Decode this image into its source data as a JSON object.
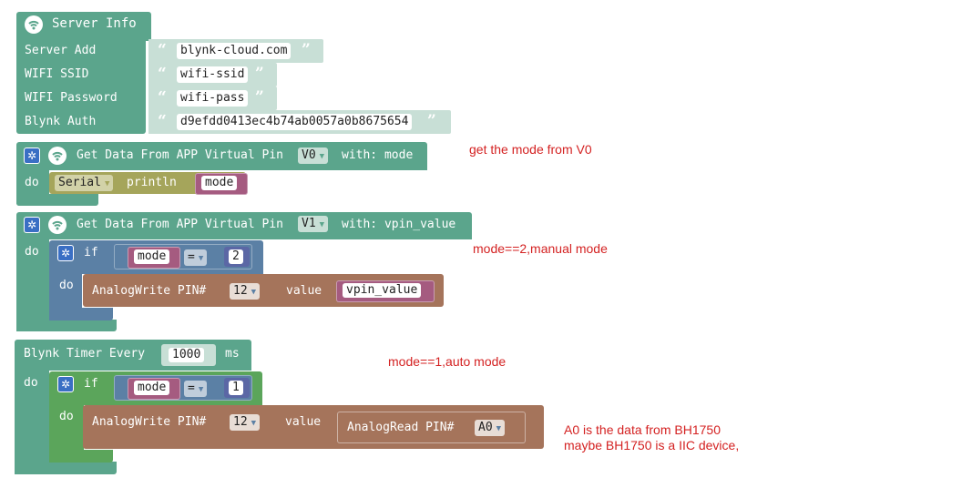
{
  "server_info": {
    "title": "Server Info",
    "rows": [
      {
        "label": "Server Add",
        "value": "blynk-cloud.com"
      },
      {
        "label": "WIFI SSID",
        "value": "wifi-ssid"
      },
      {
        "label": "WIFI Password",
        "value": "wifi-pass"
      },
      {
        "label": "Blynk Auth",
        "value": "d9efdd0413ec4b74ab0057a0b8675654"
      }
    ],
    "quote_open": "“",
    "quote_close": "”"
  },
  "block_v0": {
    "title": "Get Data From APP Virtual Pin",
    "pin": "V0",
    "with_label": "with: mode",
    "do_label": "do",
    "serial": "Serial",
    "println": "println",
    "var": "mode"
  },
  "block_v1": {
    "title": "Get Data From APP Virtual Pin",
    "pin": "V1",
    "with_label": "with: vpin_value",
    "do_label": "do",
    "if_label": "if",
    "if_do_label": "do",
    "cmp_var": "mode",
    "cmp_op": "=",
    "cmp_value": "2",
    "analog_write": "AnalogWrite PIN#",
    "pin_value": "12",
    "value_label": "value",
    "value_var": "vpin_value"
  },
  "block_timer": {
    "title": "Blynk Timer Every",
    "interval": "1000",
    "unit": "ms",
    "do_label": "do",
    "if_label": "if",
    "if_do_label": "do",
    "cmp_var": "mode",
    "cmp_op": "=",
    "cmp_value": "1",
    "analog_write": "AnalogWrite PIN#",
    "pin_value": "12",
    "value_label": "value",
    "analog_read": "AnalogRead PIN#",
    "read_pin": "A0"
  },
  "notes": {
    "n1": "get the mode from V0",
    "n2": "mode==2,manual mode",
    "n3": "mode==1,auto mode",
    "n4a": "A0 is the data from BH1750",
    "n4b": "maybe BH1750 is a IIC device,"
  },
  "colors": {
    "blynk_green": "#5ba58c",
    "logic_blue": "#5b80a5",
    "io_brown": "#a5745b",
    "var_pink": "#a55b80",
    "serial_olive": "#a5a55b",
    "string_light": "#c8dfd6",
    "note_red": "#d42222"
  },
  "icons": {
    "wifi": "wifi-icon",
    "gear": "gear-icon",
    "dropdown": "chevron-down-icon"
  }
}
